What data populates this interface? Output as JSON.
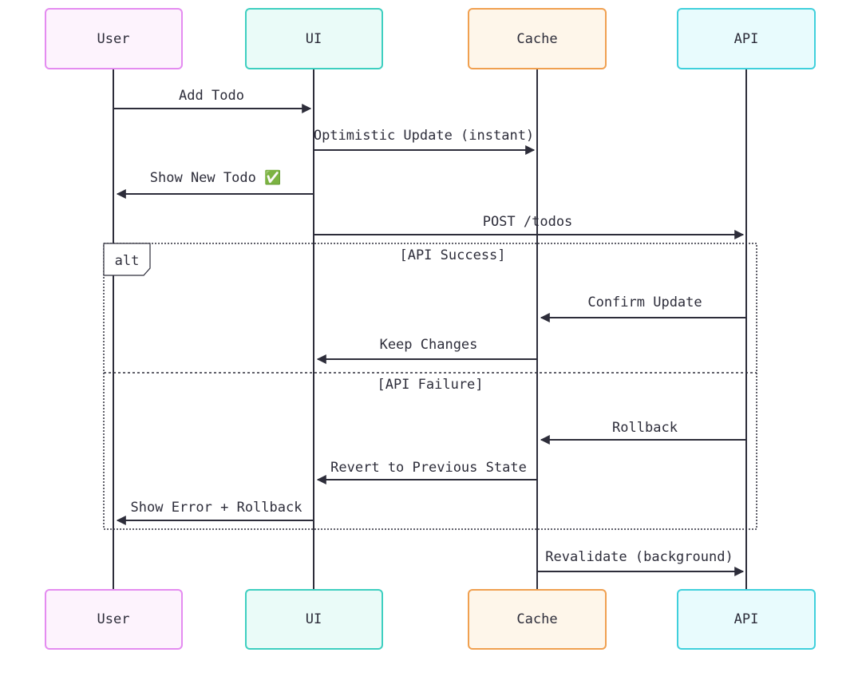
{
  "participants": [
    {
      "id": "user",
      "label": "User",
      "fill": "#fdf3fd",
      "stroke": "#e48cf0"
    },
    {
      "id": "ui",
      "label": "UI",
      "fill": "#eafbf8",
      "stroke": "#3ecfc0"
    },
    {
      "id": "cache",
      "label": "Cache",
      "fill": "#fef6ea",
      "stroke": "#f0a050"
    },
    {
      "id": "api",
      "label": "API",
      "fill": "#e8fbfd",
      "stroke": "#40d0dc"
    }
  ],
  "messages": [
    {
      "from": "user",
      "to": "ui",
      "label": "Add Todo"
    },
    {
      "from": "ui",
      "to": "cache",
      "label": "Optimistic Update (instant)"
    },
    {
      "from": "ui",
      "to": "user",
      "label": "Show New Todo ✅"
    },
    {
      "from": "ui",
      "to": "api",
      "label": "POST /todos"
    },
    {
      "from": "api",
      "to": "cache",
      "label": "Confirm Update"
    },
    {
      "from": "cache",
      "to": "ui",
      "label": "Keep Changes"
    },
    {
      "from": "api",
      "to": "cache",
      "label": "Rollback"
    },
    {
      "from": "cache",
      "to": "ui",
      "label": "Revert to Previous State"
    },
    {
      "from": "ui",
      "to": "user",
      "label": "Show Error + Rollback"
    },
    {
      "from": "cache",
      "to": "api",
      "label": "Revalidate (background)"
    }
  ],
  "fragment": {
    "operator": "alt",
    "sections": [
      {
        "condition": "[API Success]"
      },
      {
        "condition": "[API Failure]"
      }
    ]
  },
  "colors": {
    "line": "#2d2d3a",
    "text": "#2d2d3a"
  }
}
